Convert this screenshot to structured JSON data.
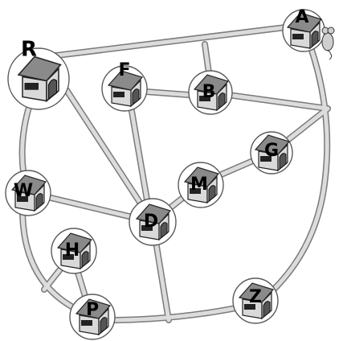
{
  "nodes": [
    {
      "id": "R",
      "label": "R"
    },
    {
      "id": "A",
      "label": "A"
    },
    {
      "id": "F",
      "label": "F"
    },
    {
      "id": "B",
      "label": "B"
    },
    {
      "id": "G",
      "label": "G"
    },
    {
      "id": "M",
      "label": "M"
    },
    {
      "id": "W",
      "label": "W"
    },
    {
      "id": "D",
      "label": "D"
    },
    {
      "id": "H",
      "label": "H"
    },
    {
      "id": "P",
      "label": "P"
    },
    {
      "id": "Z",
      "label": "Z"
    }
  ],
  "icons": {
    "house": "house-icon",
    "mouse": "mouse-icon"
  }
}
